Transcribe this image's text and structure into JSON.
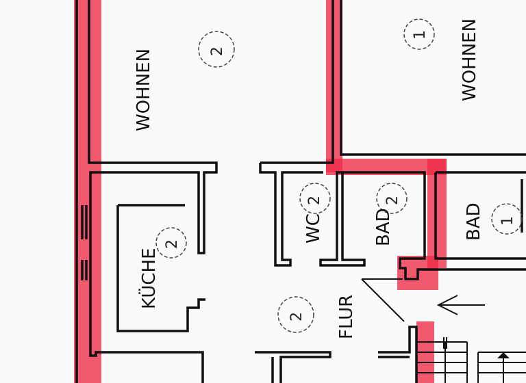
{
  "colors": {
    "wall": "#111111",
    "highlight": "#ee2b47",
    "paper": "#fbfafa"
  },
  "rooms": [
    {
      "label": "WOHNEN",
      "number": "2"
    },
    {
      "label": "WOHNEN",
      "number": "1"
    },
    {
      "label": "KÜCHE",
      "number": "2"
    },
    {
      "label": "WC",
      "number": "2"
    },
    {
      "label": "BAD",
      "number": "2"
    },
    {
      "label": "BAD",
      "number": "1"
    },
    {
      "label": "FLUR",
      "number": "2"
    }
  ]
}
